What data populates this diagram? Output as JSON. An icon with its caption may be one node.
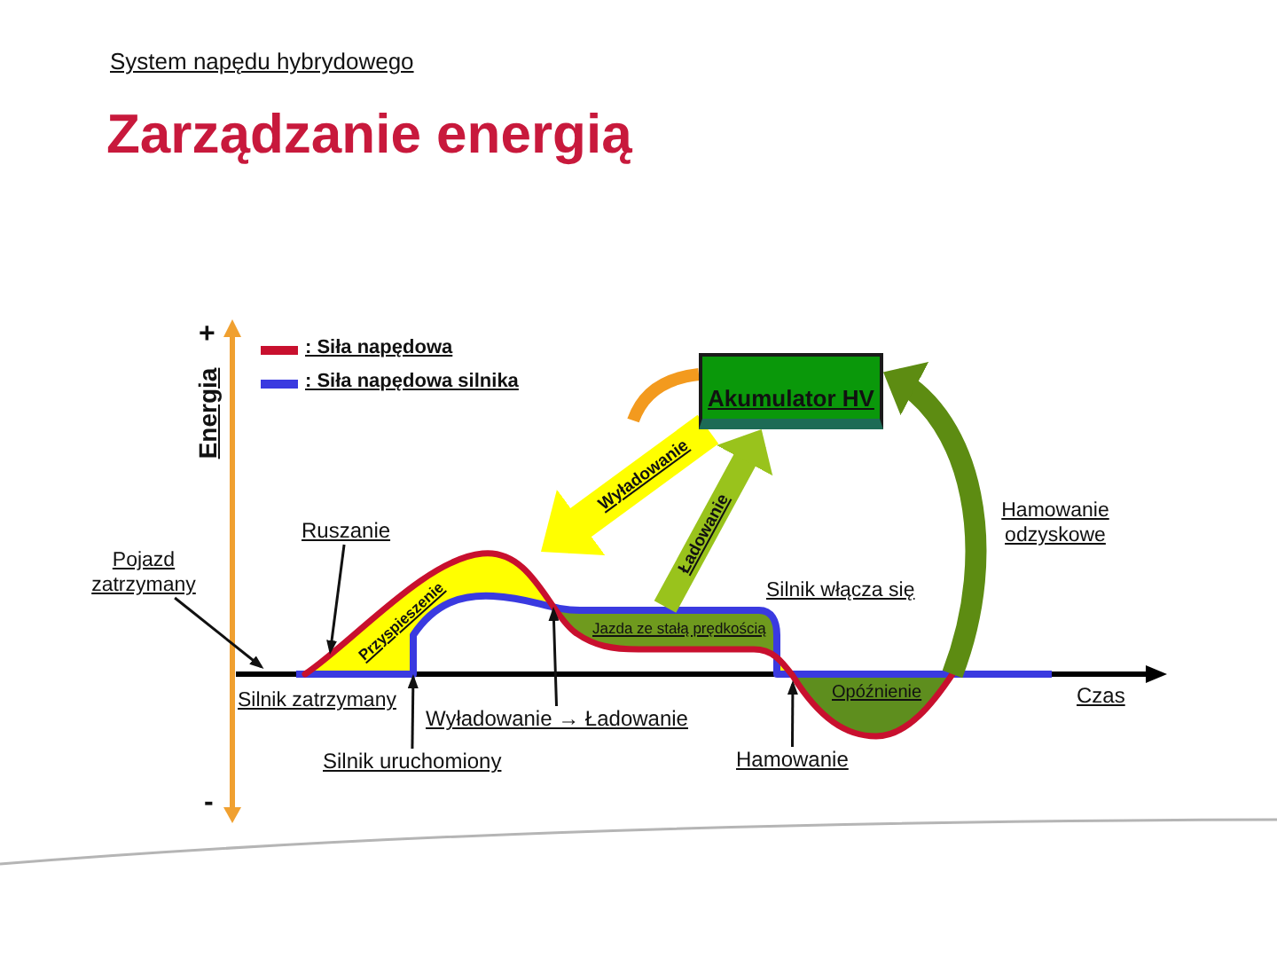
{
  "diagram": {
    "title": "Zarządzanie energią",
    "nodes": [
      {
        "text": [
          "Akumulator HV"
        ]
      },
      {
        "text": [
          "Pojazd zatrzymany"
        ]
      },
      {
        "text": [
          "Ruszanie"
        ]
      },
      {
        "text": [
          "Przyspieszenie"
        ]
      },
      {
        "text": [
          "Jazda ze stałą prędkością"
        ]
      },
      {
        "text": [],
        "shape": "arrow",
        "beside": [
          "Czas"
        ]
      },
      {
        "text": [
          "Opóźnienie"
        ]
      },
      {
        "text": [
          "Wyładowanie → Ładowanie"
        ]
      },
      {
        "text": [
          "Hamowanie"
        ]
      },
      {
        "text": [
          "Silnik uruchomiony"
        ]
      }
    ],
    "edges": [
      {
        "from": 0,
        "to": 3,
        "arrow": "to",
        "label": "Wyładowanie",
        "style": "thick",
        "color": "#ffff00"
      },
      {
        "from": 4,
        "to": 0,
        "arrow": "to",
        "label": "Ładowanie",
        "style": "thick",
        "color": "#99c31c"
      },
      {
        "from": 6,
        "to": 0,
        "arrow": "to",
        "label": "Hamowanie odzyskowe",
        "style": "thick",
        "color": "#5d8c12"
      },
      {
        "from": 1,
        "to": 5,
        "arrow": "to"
      },
      {
        "from": 2,
        "to": 3,
        "arrow": "to"
      },
      {
        "from": 9,
        "to": 3,
        "arrow": "to"
      },
      {
        "from": 7,
        "to": 4,
        "arrow": "to"
      },
      {
        "from": 8,
        "to": 6,
        "arrow": "to"
      }
    ],
    "labels": [
      "System napędu hybrydowego",
      "+",
      "Energia",
      "Silnik włącza się",
      "Silnik zatrzymany",
      "-"
    ],
    "legend": [
      {
        "text": ": Siła napędowa",
        "color": "#c8102e"
      },
      {
        "text": ": Siła napędowa silnika",
        "color": "#3a3ae0"
      }
    ]
  }
}
